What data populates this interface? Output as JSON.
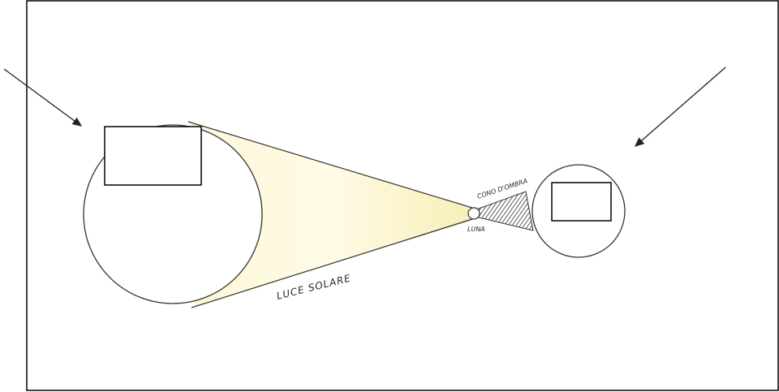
{
  "labels": {
    "sunlight": "LUCE SOLARE",
    "shadow_cone": "CONO D'OMBRA",
    "moon": "LUNA"
  },
  "colors": {
    "frame": "#000000",
    "outline": "#333333",
    "light_cone": "#fbf6d2",
    "light_cone_core": "#fffbe6",
    "shadow": "#444444",
    "arrow": "#222222"
  },
  "placeholders": {
    "sun_box": "",
    "earth_box": ""
  }
}
